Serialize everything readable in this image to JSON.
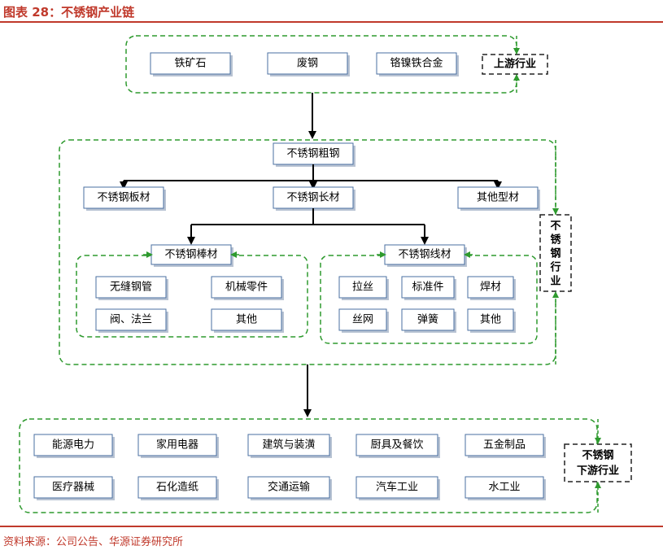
{
  "header": {
    "title": "图表 28：不锈钢产业链"
  },
  "footer": {
    "source": "资料来源：公司公告、华源证券研究所"
  },
  "upstream": {
    "items": [
      "铁矿石",
      "废钢",
      "铬镍铁合金"
    ],
    "tag": "上游行业"
  },
  "midstream": {
    "root": "不锈钢粗钢",
    "level1": [
      "不锈钢板材",
      "不锈钢长材",
      "其他型材"
    ],
    "bar": {
      "label": "不锈钢棒材",
      "items": [
        "无缝钢管",
        "机械零件",
        "阀、法兰",
        "其他"
      ]
    },
    "wire": {
      "label": "不锈钢线材",
      "items": [
        "拉丝",
        "标准件",
        "焊材",
        "丝网",
        "弹簧",
        "其他"
      ]
    },
    "tag": [
      "不",
      "锈",
      "钢",
      "行",
      "业"
    ]
  },
  "downstream": {
    "items": [
      "能源电力",
      "家用电器",
      "建筑与装潢",
      "厨具及餐饮",
      "五金制品",
      "医疗器械",
      "石化造纸",
      "交通运输",
      "汽车工业",
      "水工业"
    ],
    "tag_line1": "不锈钢",
    "tag_line2": "下游行业"
  },
  "colors": {
    "accent": "#c0392b",
    "group_border": "#2e9a2e",
    "box_border": "#4a6fa0"
  }
}
